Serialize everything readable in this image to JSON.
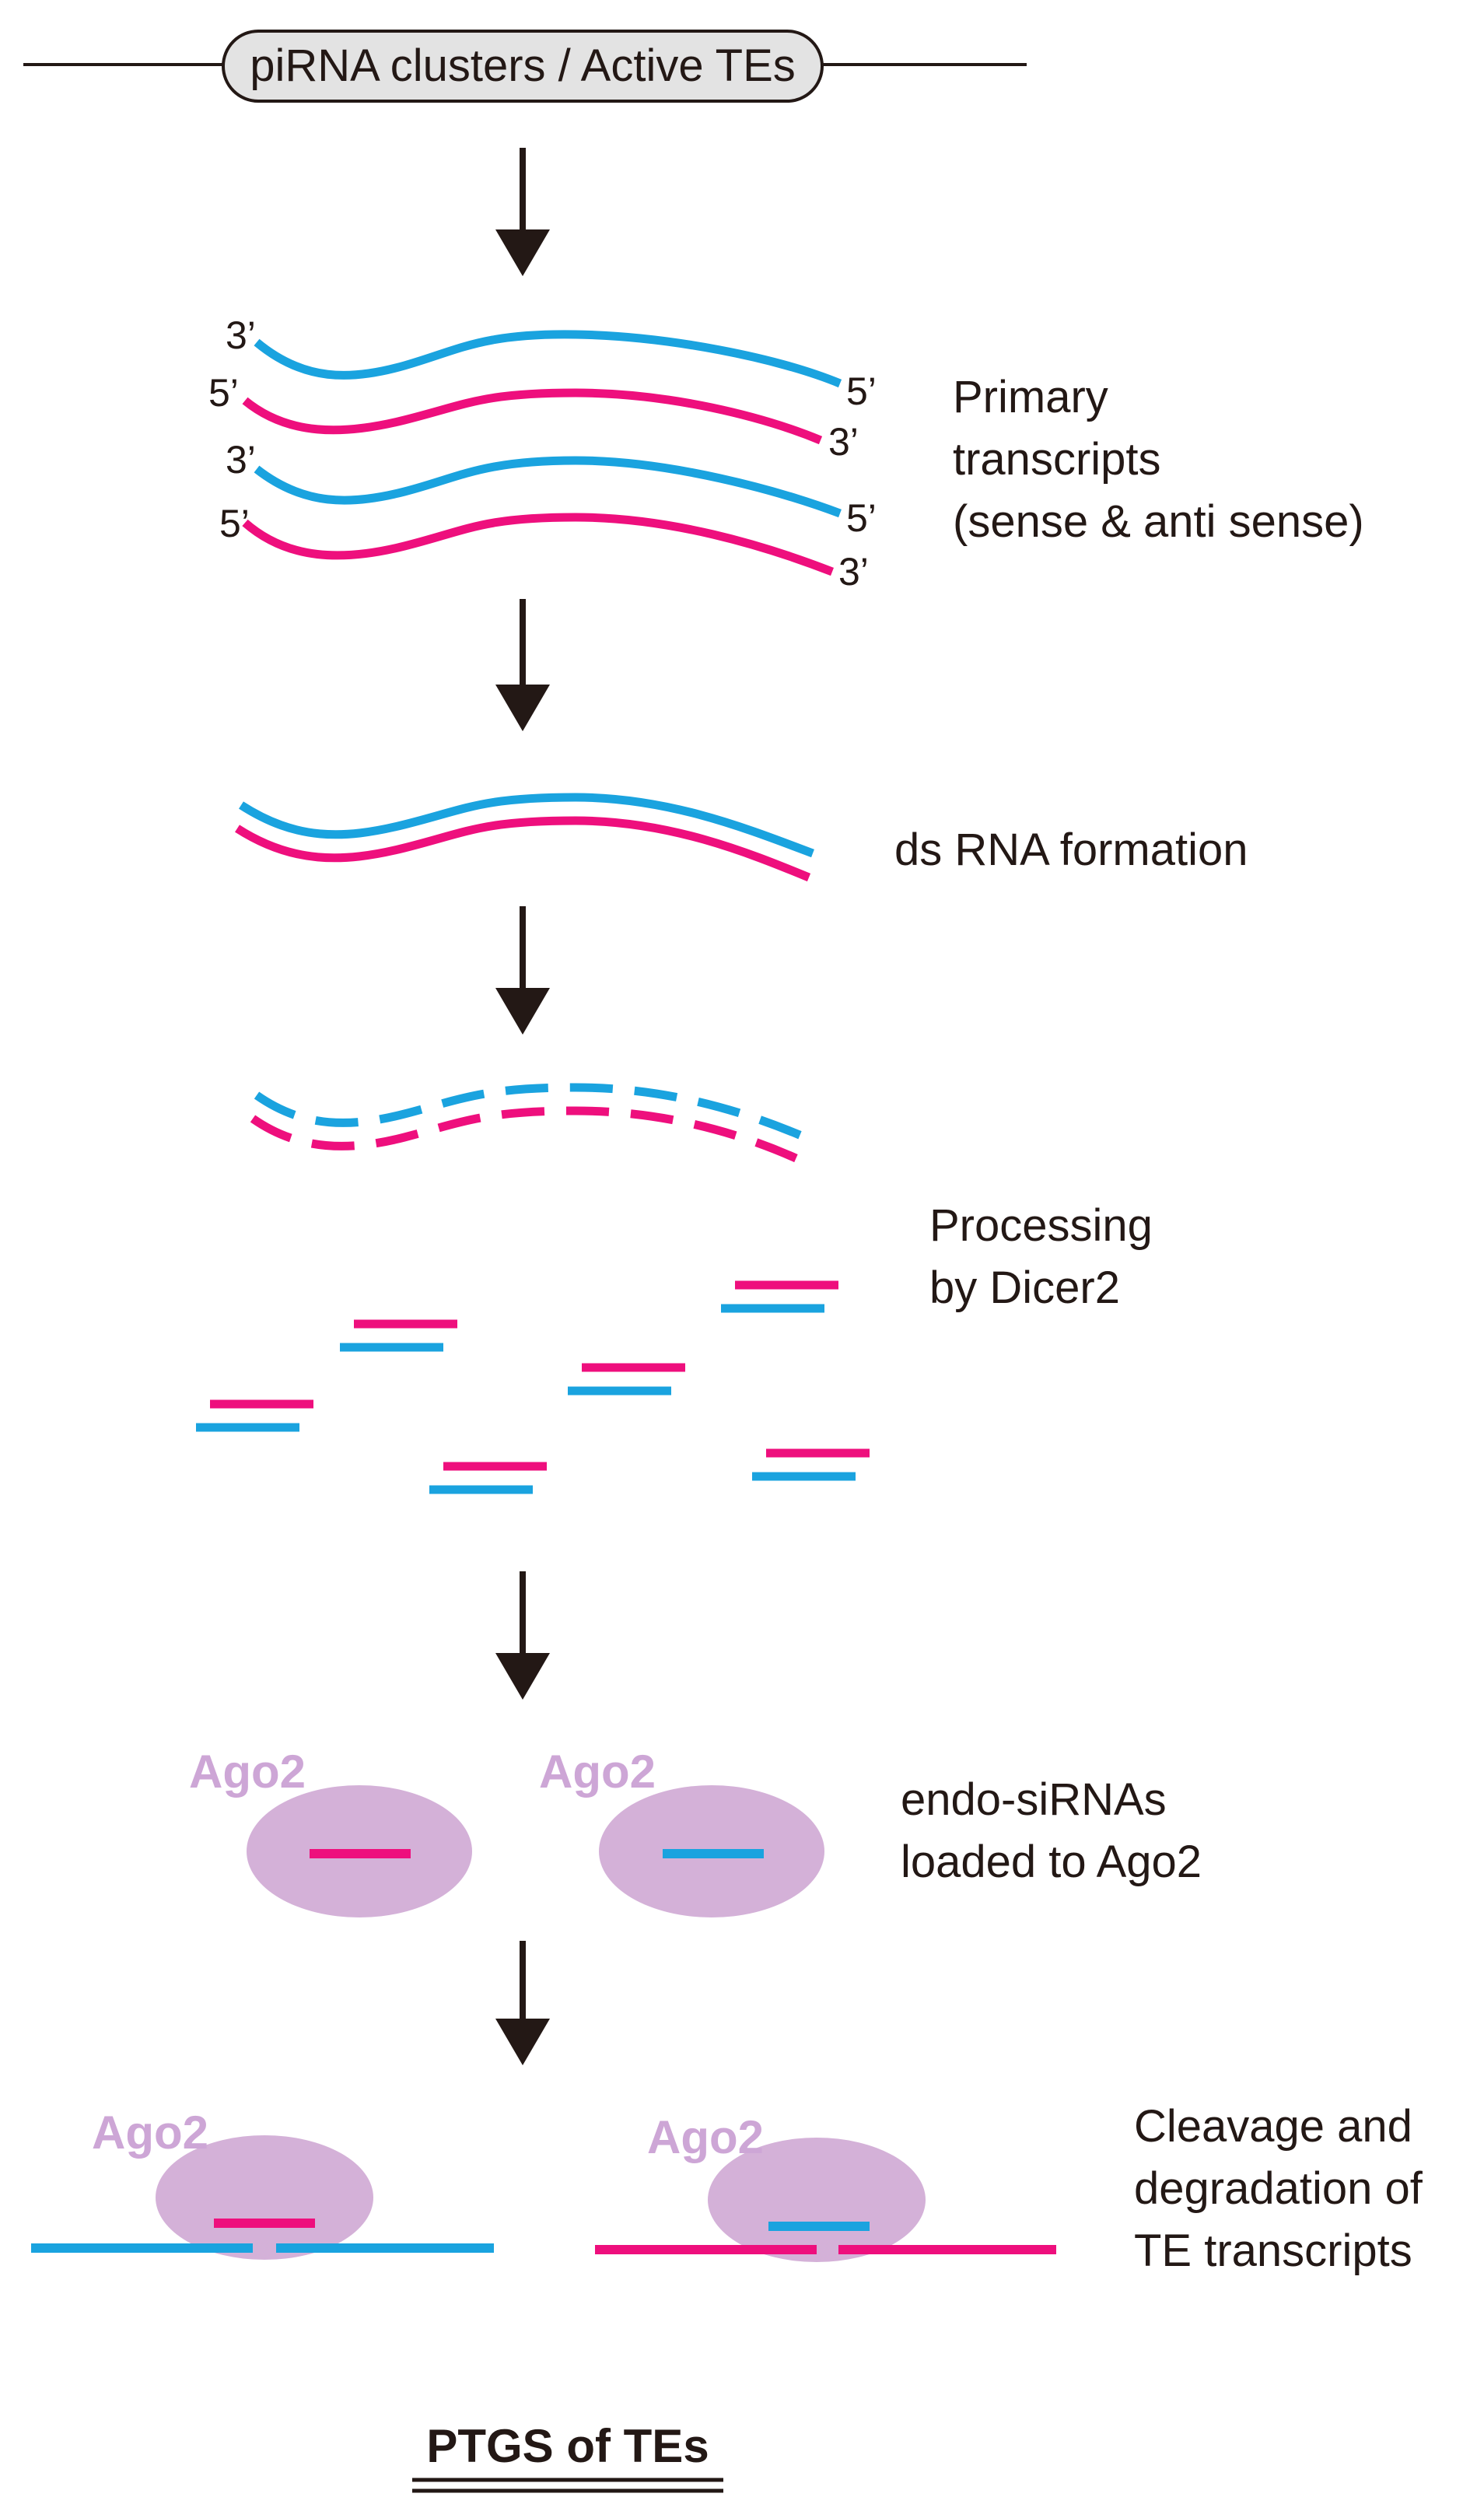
{
  "colors": {
    "sense_strand": "#1aa3df",
    "antisense_strand": "#ee0f7d",
    "ago2_protein": "#d4b1d8",
    "ago2_label": "#cda6d6",
    "arrow": "#231815",
    "cluster_box": "#e3e3e3"
  },
  "source": {
    "label": "piRNA clusters / Active TEs"
  },
  "primary": {
    "ends": [
      "3’",
      "5’",
      "5’",
      "3’",
      "3’",
      "5’",
      "5’",
      "3’"
    ],
    "label": [
      "Primary",
      "transcripts",
      "(sense & anti sense)"
    ]
  },
  "dsrna": {
    "label": "ds RNA formation"
  },
  "dicer": {
    "label": [
      "Processing",
      "by Dicer2"
    ]
  },
  "loading": {
    "protein": "Ago2",
    "label": [
      "endo-siRNAs",
      "loaded to Ago2"
    ]
  },
  "cleavage": {
    "protein": "Ago2",
    "label": [
      "Cleavage and",
      "degradation of",
      "TE transcripts"
    ]
  },
  "title": "PTGS of TEs",
  "icons": [
    "down-arrow-icon"
  ]
}
